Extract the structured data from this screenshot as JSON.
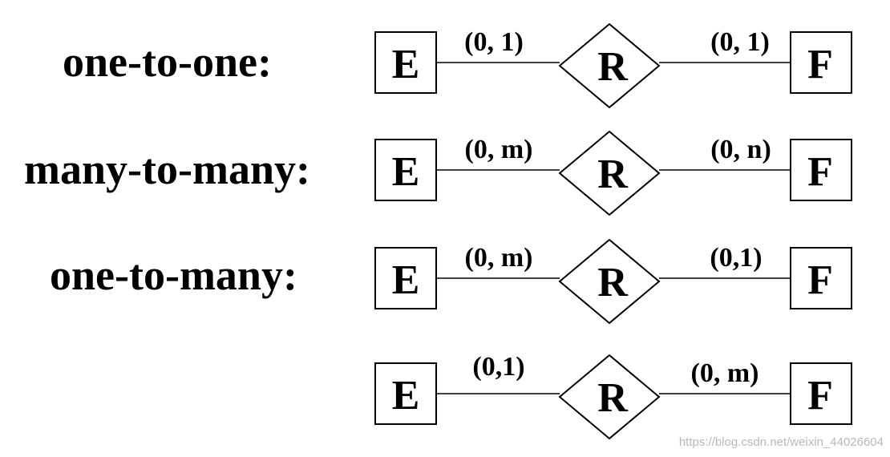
{
  "labels": {
    "one_to_one": "one-to-one:",
    "many_to_many": "many-to-many:",
    "one_to_many": "one-to-many:"
  },
  "rows": [
    {
      "entity_left": "E",
      "relationship": "R",
      "entity_right": "F",
      "card_left": "(0, 1)",
      "card_right": "(0, 1)"
    },
    {
      "entity_left": "E",
      "relationship": "R",
      "entity_right": "F",
      "card_left": "(0, m)",
      "card_right": "(0, n)"
    },
    {
      "entity_left": "E",
      "relationship": "R",
      "entity_right": "F",
      "card_left": "(0, m)",
      "card_right": "(0,1)"
    },
    {
      "entity_left": "E",
      "relationship": "R",
      "entity_right": "F",
      "card_left": "(0,1)",
      "card_right": "(0, m)"
    }
  ],
  "watermark": "https://blog.csdn.net/weixin_44026604"
}
